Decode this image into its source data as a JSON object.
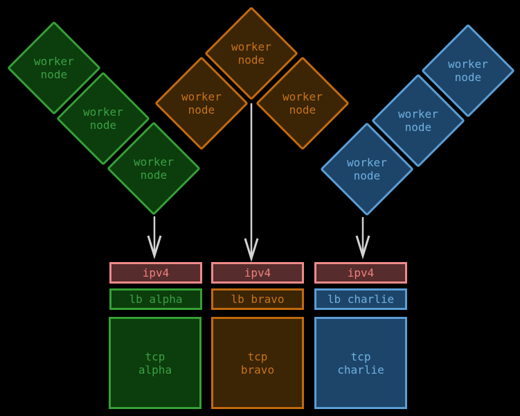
{
  "colors": {
    "background": "#000000",
    "arrow": "#d3d3d3",
    "alpha": {
      "border": "#35a035",
      "fill": "#0c3d0c",
      "text": "#3aa046"
    },
    "bravo": {
      "border": "#c26a0e",
      "fill": "#3b2505",
      "text": "#c8731a"
    },
    "charlie": {
      "border": "#5b9ed6",
      "fill": "#1d4569",
      "text": "#70b0e0"
    },
    "ipv4": {
      "border": "#f08a8a",
      "fill": "#572c2c",
      "text": "#f08080"
    }
  },
  "groups": [
    {
      "name": "alpha",
      "nodes": [
        {
          "label": "worker\nnode"
        },
        {
          "label": "worker\nnode"
        },
        {
          "label": "worker\nnode"
        }
      ],
      "ipv4_label": "ipv4",
      "lb_label": "lb alpha",
      "tcp_label": "tcp\nalpha"
    },
    {
      "name": "bravo",
      "nodes": [
        {
          "label": "worker\nnode"
        },
        {
          "label": "worker\nnode"
        },
        {
          "label": "worker\nnode"
        }
      ],
      "ipv4_label": "ipv4",
      "lb_label": "lb bravo",
      "tcp_label": "tcp\nbravo"
    },
    {
      "name": "charlie",
      "nodes": [
        {
          "label": "worker\nnode"
        },
        {
          "label": "worker\nnode"
        },
        {
          "label": "worker\nnode"
        }
      ],
      "ipv4_label": "ipv4",
      "lb_label": "lb charlie",
      "tcp_label": "tcp\ncharlie"
    }
  ]
}
